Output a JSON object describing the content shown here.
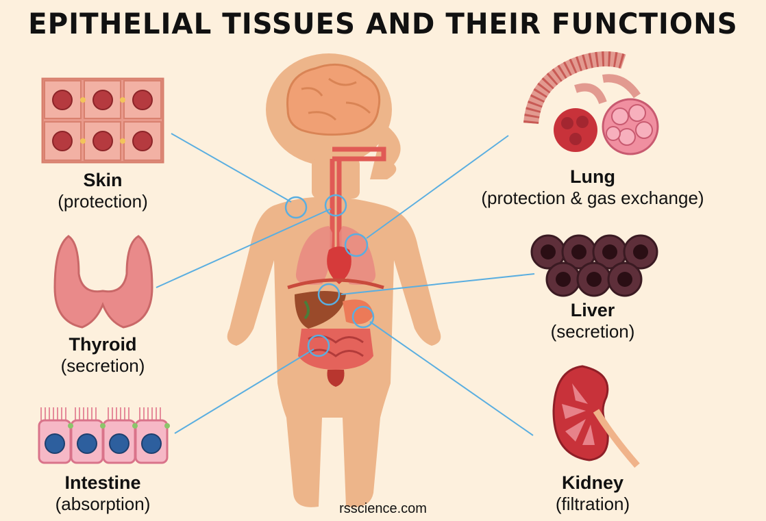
{
  "title": "EPITHELIAL TISSUES AND THEIR FUNCTIONS",
  "watermark": "rsscience.com",
  "labels": {
    "skin": {
      "name": "Skin",
      "function": "(protection)"
    },
    "thyroid": {
      "name": "Thyroid",
      "function": "(secretion)"
    },
    "intestine": {
      "name": "Intestine",
      "function": "(absorption)"
    },
    "lung": {
      "name": "Lung",
      "function": "(protection & gas exchange)"
    },
    "liver": {
      "name": "Liver",
      "function": "(secretion)"
    },
    "kidney": {
      "name": "Kidney",
      "function": "(filtration)"
    }
  },
  "colors": {
    "background": "#fdf0dd",
    "body": "#edb58a",
    "connector": "#5aaee0",
    "organ_red": "#e04a48",
    "skin_cell": "#e99a8c",
    "liver_cell": "#5e2f3a",
    "intestine_nucleus": "#2d5f9e"
  }
}
